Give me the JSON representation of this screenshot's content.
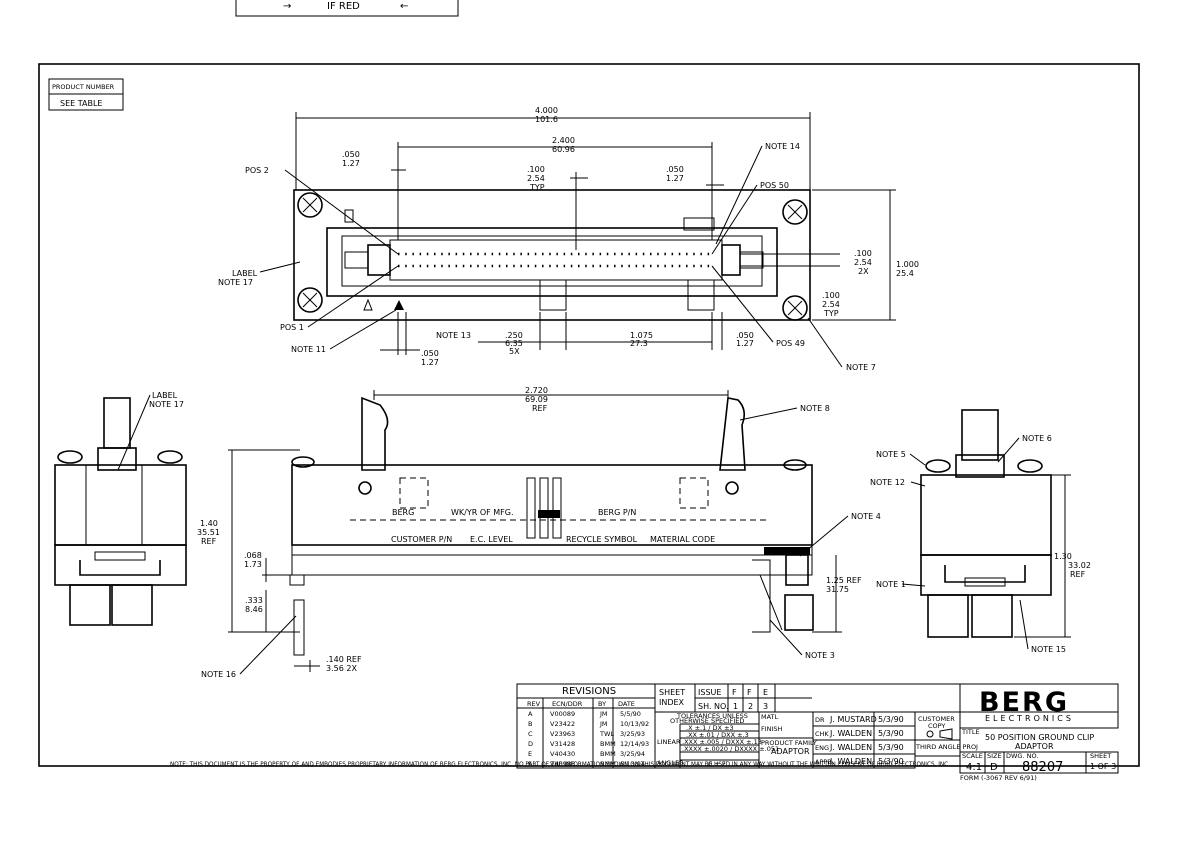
{
  "top_banner": {
    "left_arrow": "→",
    "text": "IF RED",
    "right_arrow": "←"
  },
  "product_box": {
    "label": "PRODUCT NUMBER",
    "value": "SEE TABLE"
  },
  "top_view": {
    "dim_overall": [
      "4.000",
      "101.6"
    ],
    "dim_pitch_row": [
      "2.400",
      "60.96"
    ],
    "dim_left": [
      ".050",
      "1.27"
    ],
    "dim_typ": [
      ".100",
      "2.54",
      "TYP"
    ],
    "dim_right": [
      ".050",
      "1.27"
    ],
    "note14": "NOTE 14",
    "pos2": "POS 2",
    "pos50": "POS 50",
    "pos1": "POS 1",
    "pos49": "POS 49",
    "label_note": [
      "LABEL",
      "NOTE 17"
    ],
    "dim_row2x": [
      ".100",
      "2.54",
      "2X"
    ],
    "dim_height": [
      "1.000",
      "25.4"
    ],
    "dim_edge": [
      ".100",
      "2.54",
      "TYP"
    ],
    "note11": "NOTE 11",
    "note13": "NOTE 13",
    "dim_5x": [
      ".250",
      "6.35",
      "5X"
    ],
    "dim_1075": [
      "1.075",
      "27.3"
    ],
    "dim_b050": [
      ".050",
      "1.27"
    ],
    "dim_050b": [
      ".050",
      "1.27"
    ],
    "note7": "NOTE 7"
  },
  "front_view": {
    "dim_ref": [
      "2.720",
      "69.09",
      "REF"
    ],
    "note8": "NOTE 8",
    "berg": "BERG",
    "wk_yr": "WK/YR OF MFG.",
    "berg_pn": "BERG P/N",
    "customer_pn": "CUSTOMER P/N",
    "ec_level": "E.C. LEVEL",
    "recycle": "RECYCLE SYMBOL",
    "material": "MATERIAL CODE",
    "note4": "NOTE 4",
    "dim_140": [
      "1.40",
      "35.51",
      "REF"
    ],
    "dim_068": [
      ".068",
      "1.73"
    ],
    "dim_333": [
      ".333",
      "8.46"
    ],
    "dim_125": [
      "1.25 REF",
      "31.75"
    ],
    "dim_140b": [
      ".140 REF",
      "3.56  2X"
    ],
    "note16": "NOTE 16",
    "note3": "NOTE 3"
  },
  "left_view": {
    "label_note": [
      "LABEL",
      "NOTE 17"
    ]
  },
  "right_view": {
    "note6": "NOTE 6",
    "note5": "NOTE 5",
    "note12": "NOTE 12",
    "note1": "NOTE 1",
    "note15": "NOTE 15",
    "dim_130": [
      "1.30",
      "33.02",
      "REF"
    ]
  },
  "revisions": {
    "title": "REVISIONS",
    "headers": [
      "REV",
      "ECN/DDR",
      "BY",
      "DATE"
    ],
    "rows": [
      [
        "A",
        "V00089",
        "JM",
        "5/5/90"
      ],
      [
        "B",
        "V23422",
        "JM",
        "10/13/92"
      ],
      [
        "C",
        "V23963",
        "TWL",
        "3/25/93"
      ],
      [
        "D",
        "V31428",
        "BMM",
        "12/14/93"
      ],
      [
        "E",
        "V40430",
        "BMM",
        "3/25/94"
      ],
      [
        "F",
        "V40988",
        "BMM",
        "6/13/94"
      ]
    ]
  },
  "sheet_index": {
    "label": [
      "SHEET",
      "INDEX"
    ],
    "issue_label": "ISSUE",
    "issues": [
      "F",
      "F",
      "E"
    ],
    "sh_no_label": "SH. NO.",
    "sh_nos": [
      "1",
      "2",
      "3"
    ]
  },
  "tolerances": {
    "header": [
      "TOLERANCES UNLESS",
      "OTHERWISE SPECIFIED"
    ],
    "r1": ".X  ±.1  /  DX  ±3",
    "linear_label": "LINEAR",
    "r2": ".XX ±.01  /  DXX ±.3",
    "r3": ".XXX ±.005  /  DXXX ±.13",
    "r4": ".XXXX ±.0020  /  DXXXX ±.051",
    "angles_label": "ANGLES",
    "r5": "0 ± 2"
  },
  "title_block_mid": {
    "matl": "MATL",
    "finish": "FINISH",
    "product_family_label": "PRODUCT FAMILY",
    "product_family": "ADAPTOR"
  },
  "approvals": {
    "rows": [
      {
        "role": "DR",
        "name": "J. MUSTARD",
        "date": "5/3/90"
      },
      {
        "role": "CHK",
        "name": "J. WALDEN",
        "date": "5/3/90"
      },
      {
        "role": "ENG",
        "name": "J. WALDEN",
        "date": "5/3/90"
      },
      {
        "role": "APPR",
        "name": "J. WALDEN",
        "date": "5/3/90"
      }
    ]
  },
  "customer_copy": {
    "label": [
      "CUSTOMER",
      "COPY"
    ],
    "proj": "THIRD ANGLE PROJ"
  },
  "company": {
    "name": "BERG",
    "sub": "ELECTRONICS"
  },
  "drawing_title": {
    "label": "TITLE",
    "line1": "50 POSITION GROUND CLIP",
    "line2": "ADAPTOR"
  },
  "scale_block": {
    "scale_label": "SCALE",
    "scale": "4:1",
    "size_label": "SIZE",
    "size": "D",
    "dwg_label": "DWG. NO.",
    "dwg": "88207",
    "sheet_label": "SHEET",
    "sheet": "1 OF 3"
  },
  "form_no": "FORM (-3067 REV 6/91)",
  "notice": "NOTE: THIS DOCUMENT IS THE PROPERTY OF AND EMBODIES PROPRIETARY INFORMATION OF BERG ELECTRONICS, INC.   NO PART OF THE INFORMATION SHOWN ON THIS DOCUMENT MAY BE USED IN ANY WAY WITHOUT THE WRITTEN CONSENT OF BERG ELECTRONICS, INC."
}
